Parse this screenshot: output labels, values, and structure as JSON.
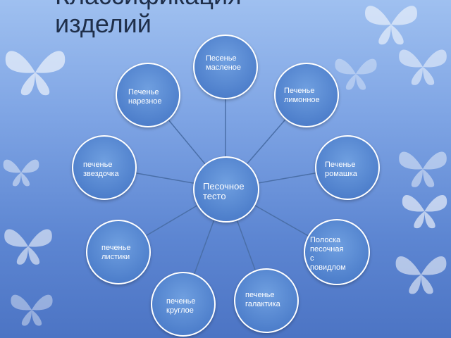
{
  "title": "Классификация\nизделий",
  "center": {
    "label": "Песочное\nтесто"
  },
  "nodes": [
    {
      "label": "Песенье\nмасленое"
    },
    {
      "label": "Печенье\nлимонное"
    },
    {
      "label": "Печенье\nромашка"
    },
    {
      "label": "Полоска\nпесочная\nс\nповидлом"
    },
    {
      "label": "печенье\nгалактика"
    },
    {
      "label": "печенье\nкруглое"
    },
    {
      "label": "печенье\nлистики"
    },
    {
      "label": "печенье\nзвездочка"
    },
    {
      "label": "Печенье\nнарезное"
    }
  ],
  "colors": {
    "node_fill": "#4f80cc",
    "node_border": "#ffffff",
    "connector": "#4a6fa8",
    "title": "#1f2f4a"
  }
}
